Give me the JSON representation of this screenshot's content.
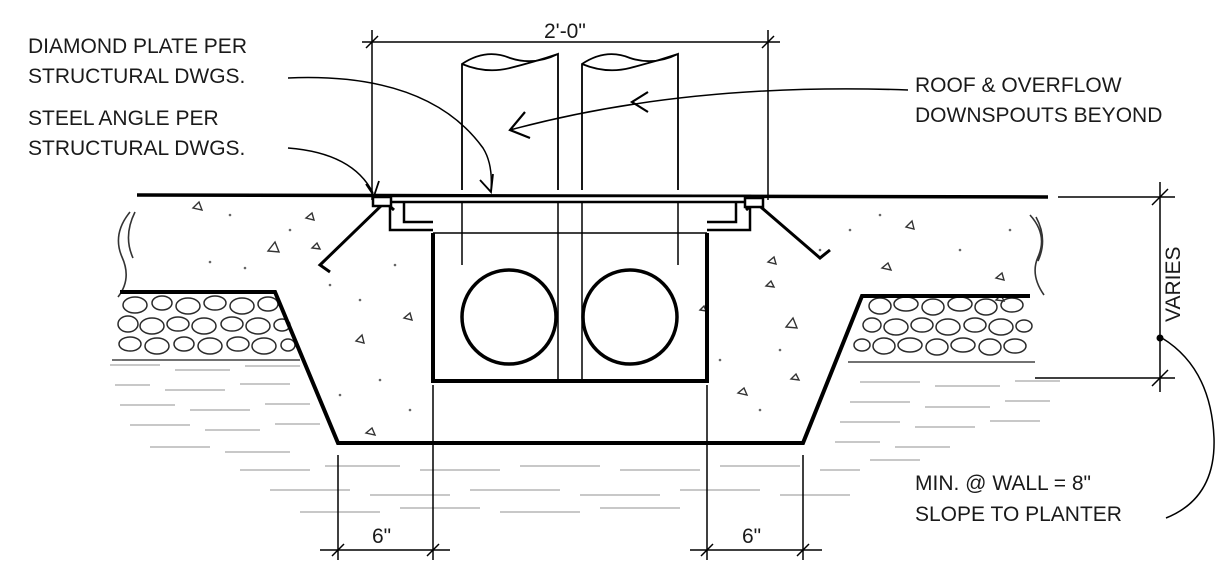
{
  "notes": {
    "diamond_plate_l1": "DIAMOND PLATE PER",
    "diamond_plate_l2": "STRUCTURAL DWGS.",
    "steel_angle_l1": "STEEL ANGLE PER",
    "steel_angle_l2": "STRUCTURAL DWGS.",
    "downspouts_l1": "ROOF & OVERFLOW",
    "downspouts_l2": "DOWNSPOUTS BEYOND",
    "slope_l1": "MIN. @ WALL = 8\"",
    "slope_l2": "SLOPE TO PLANTER"
  },
  "dimensions": {
    "top_width": "2'-0\"",
    "left_bottom": "6\"",
    "right_bottom": "6\"",
    "depth": "VARIES"
  }
}
